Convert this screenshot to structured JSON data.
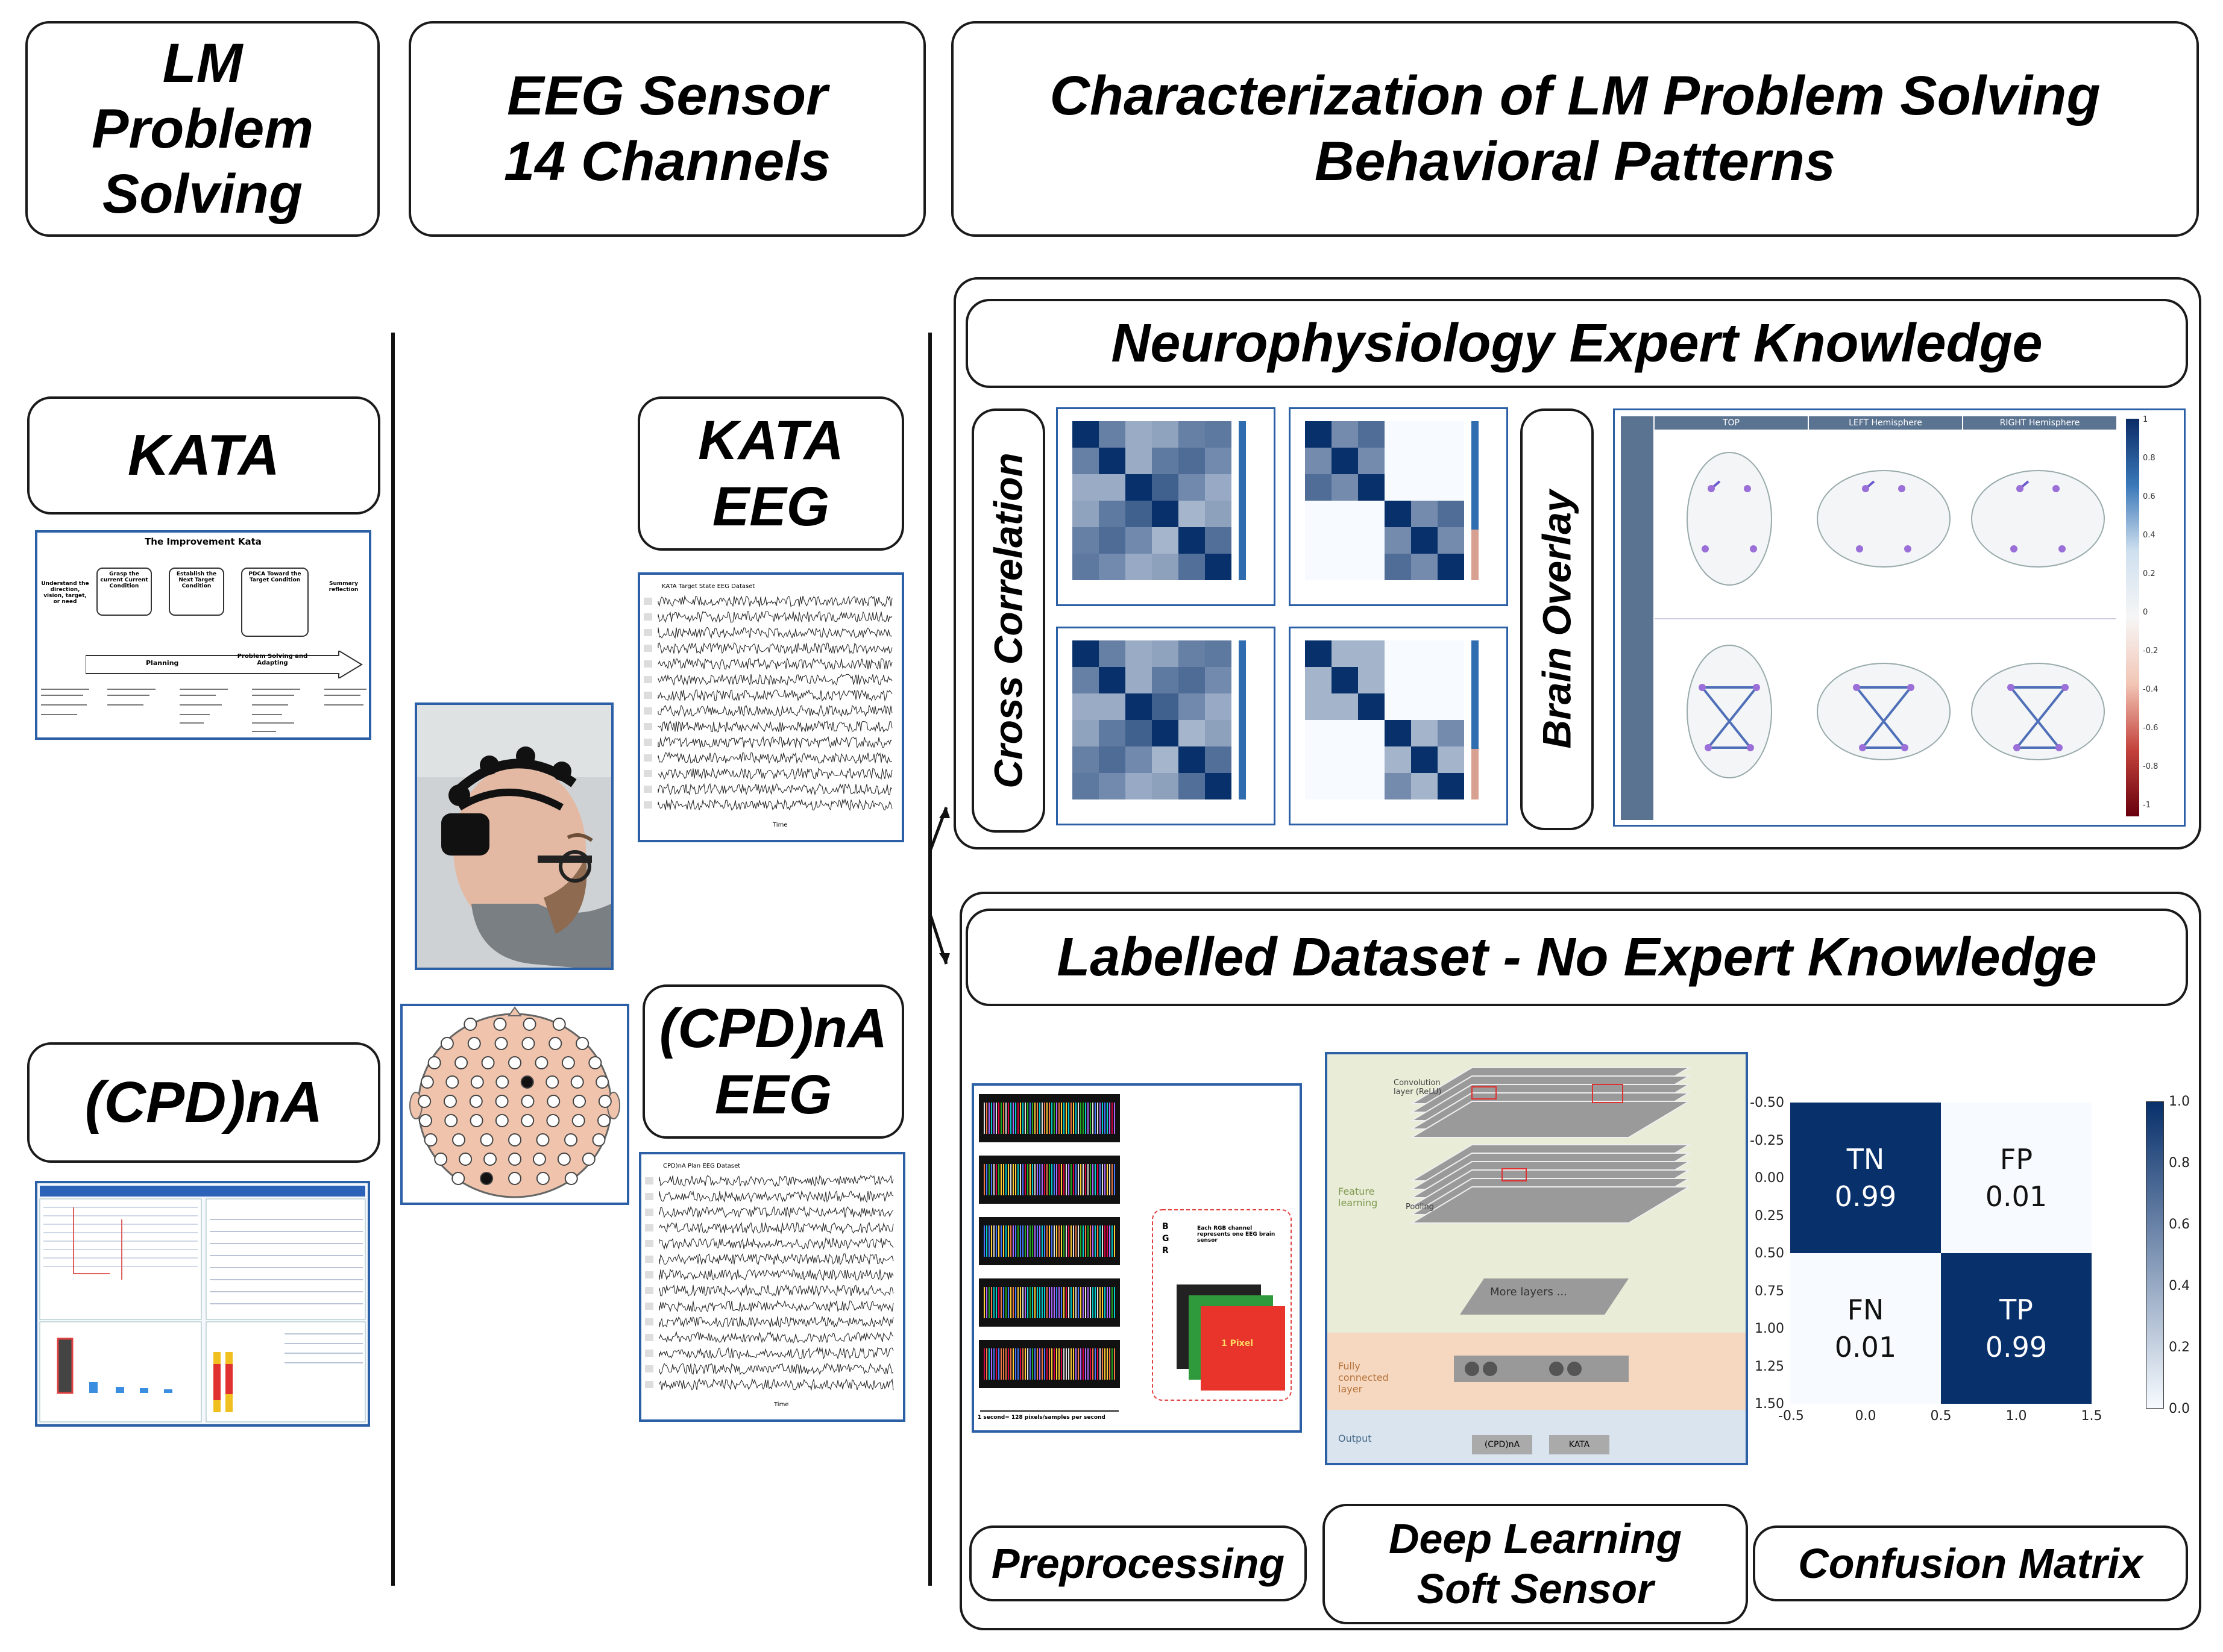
{
  "header": {
    "lm_problem_solving": "LM\nProblem\nSolving",
    "eeg_sensor": "EEG Sensor\n14 Channels",
    "characterization": "Characterization of LM Problem Solving\nBehavioral Patterns"
  },
  "left": {
    "kata_label": "KATA",
    "cpdna_label": "(CPD)nA",
    "kata_thumb_title": "The Improvement Kata",
    "kata_steps": [
      "Understand the direction, vision, target, or need",
      "Grasp the current Current Condition",
      "Establish the Next Target Condition",
      "PDCA Toward the Target Condition",
      "Summary reflection"
    ],
    "kata_phases": [
      "Planning",
      "Problem Solving and Adapting"
    ]
  },
  "middle": {
    "kata_eeg_label": "KATA\nEEG",
    "cpdna_eeg_label": "(CPD)nA\nEEG",
    "kata_eeg_title": "KATA Target State EEG Dataset",
    "cpdna_eeg_title": "CPD)nA Plan EEG Dataset",
    "eeg_xlabel": "Time"
  },
  "neuro": {
    "title": "Neurophysiology Expert Knowledge",
    "cross_correlation": "Cross Correlation",
    "brain_overlay": "Brain Overlay",
    "brain_cols": [
      "TOP",
      "LEFT Hemisphere",
      "RIGHT Hemisphere"
    ],
    "colorbar_ticks": [
      "1",
      "0.8",
      "0.6",
      "0.4",
      "0.2",
      "0",
      "-0.2",
      "-0.4",
      "-0.6",
      "-0.8",
      "-1"
    ]
  },
  "labelled": {
    "title": "Labelled Dataset - No Expert Knowledge",
    "preprocessing": "Preprocessing",
    "deep_learning": "Deep Learning\nSoft Sensor",
    "confusion_matrix": "Confusion Matrix",
    "preproc_caption": "1 second= 128 pixels/samples per second",
    "preproc_note": "Each RGB channel represents one EEG brain sensor",
    "preproc_pixel": "1 Pixel",
    "preproc_channels": [
      "B",
      "G",
      "R"
    ],
    "cnn": {
      "conv": "Convolution layer (ReLU)",
      "feature": "Feature learning",
      "pooling": "Pooling",
      "more": "More layers ...",
      "fc": "Fully connected layer",
      "output": "Output",
      "out1": "(CPD)nA",
      "out2": "KATA"
    }
  },
  "chart_data": {
    "type": "heatmap",
    "cells": [
      {
        "label": "TN",
        "value": 0.99
      },
      {
        "label": "FP",
        "value": 0.01
      },
      {
        "label": "FN",
        "value": 0.01
      },
      {
        "label": "TP",
        "value": 0.99
      }
    ],
    "x_ticks": [
      "-0.5",
      "0.0",
      "0.5",
      "1.0",
      "1.5"
    ],
    "y_ticks": [
      "-0.50",
      "-0.25",
      "0.00",
      "0.25",
      "0.50",
      "0.75",
      "1.00",
      "1.25",
      "1.50"
    ],
    "colorbar_ticks": [
      "1.0",
      "0.8",
      "0.6",
      "0.4",
      "0.2",
      "0.0"
    ],
    "colors": {
      "high": "#08306b",
      "low": "#f7fbff"
    }
  }
}
